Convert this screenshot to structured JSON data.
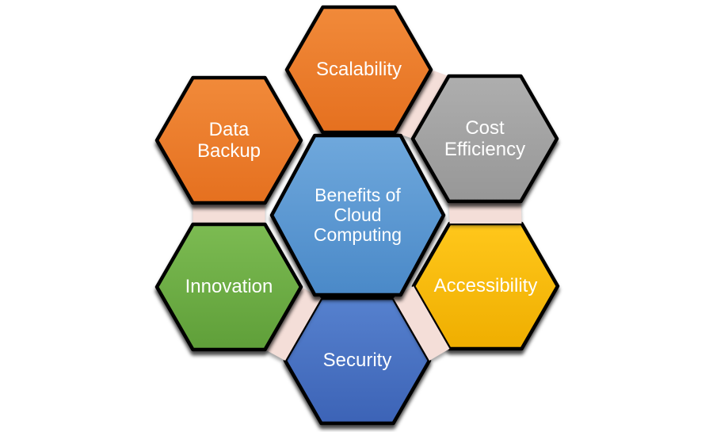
{
  "diagram": {
    "type": "hexagon-cluster",
    "colors": {
      "background": "#ffffff",
      "connector": "#f4ded8",
      "outline": "#000000",
      "label_text": "#ffffff"
    },
    "center": {
      "label": "Benefits of\nCloud\nComputing",
      "color_top": "#6fa8dc",
      "color_bottom": "#4a89c8"
    },
    "nodes": [
      {
        "label": "Scalability",
        "color_top": "#f18a3a",
        "color_bottom": "#e5701f"
      },
      {
        "label": "Cost\nEfficiency",
        "color_top": "#aeaeae",
        "color_bottom": "#979797"
      },
      {
        "label": "Accessibility",
        "color_top": "#ffc71b",
        "color_bottom": "#efae00"
      },
      {
        "label": "Security",
        "color_top": "#5681ce",
        "color_bottom": "#3c63b6"
      },
      {
        "label": "Innovation",
        "color_top": "#7cbb52",
        "color_bottom": "#5f9f39"
      },
      {
        "label": "Data\nBackup",
        "color_top": "#f18a3a",
        "color_bottom": "#e5701f"
      }
    ]
  }
}
